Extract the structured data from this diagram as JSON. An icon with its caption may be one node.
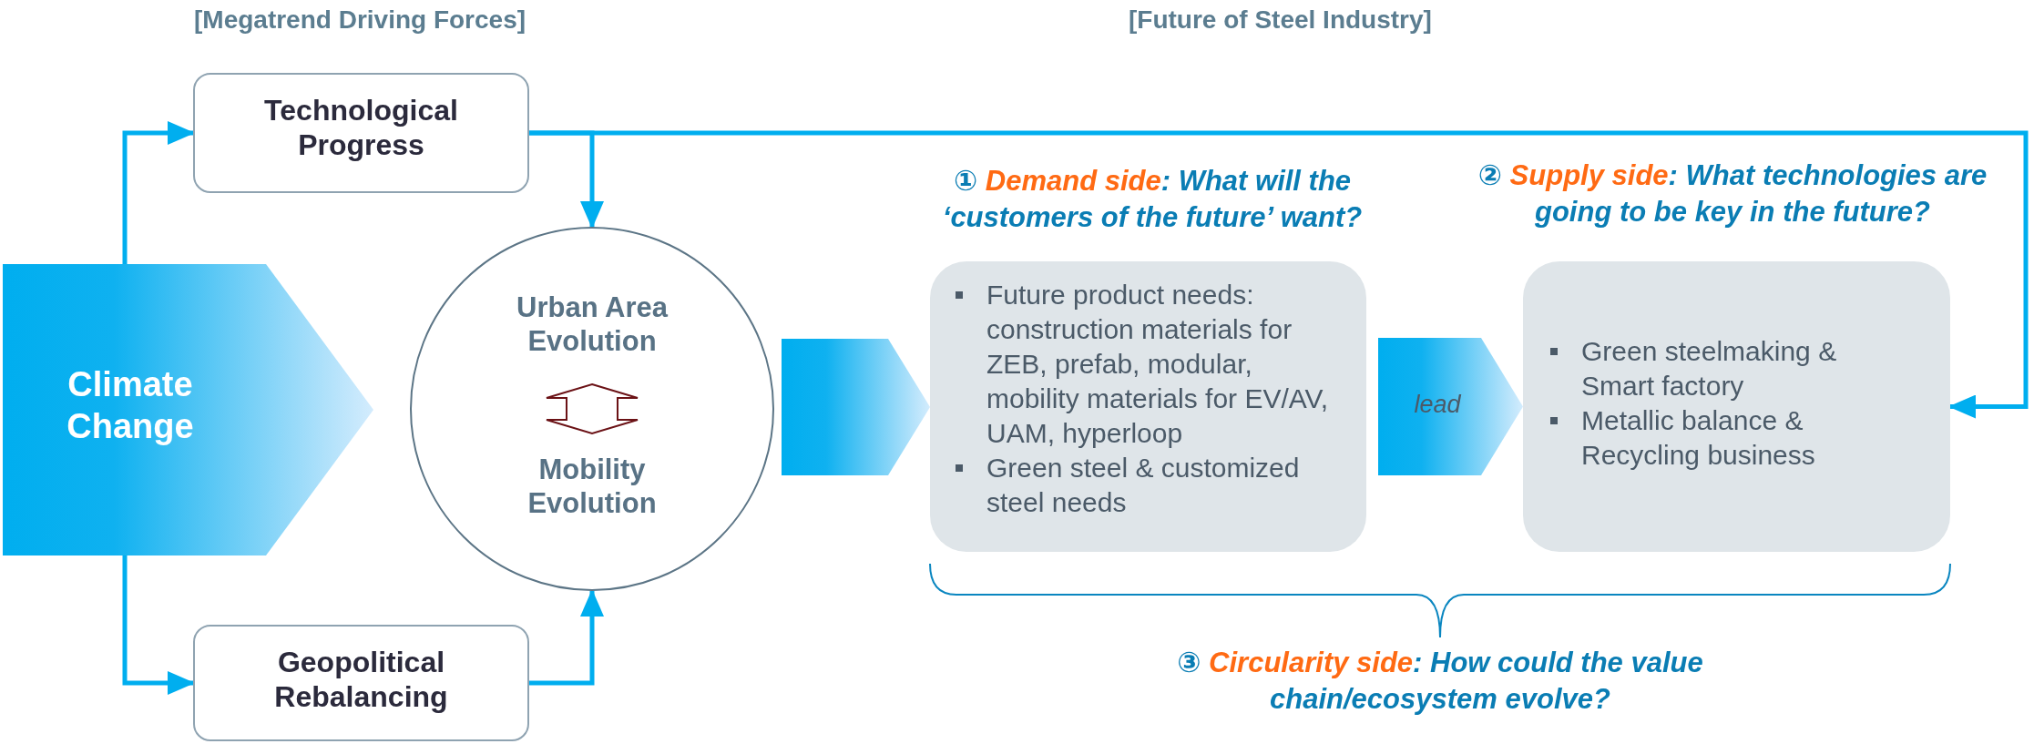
{
  "diagram": {
    "nodes": [
      {
        "text": [
          "Climate Change"
        ]
      },
      {
        "text": [
          "Technological Progress"
        ]
      },
      {
        "text": [
          "Urban Area Evolution",
          "Mobility Evolution"
        ]
      },
      {
        "text": [
          "Geopolitical Rebalancing"
        ]
      },
      {
        "text": [
          "① **Demand side**: What will the ‘customers of the future’ want?",
          "Future product needs: construction materials for ZEB, prefab, modular, mobility materials for EV/AV, UAM, hyperloop",
          "Green steel & customized steel needs"
        ]
      },
      {
        "text": [
          "② **Supply side**: What technologies are going to be key in the future?",
          "Green steelmaking & Smart factory",
          "Metallic balance & Recycling business"
        ]
      }
    ],
    "edges": [
      {
        "from": 0,
        "to": 1,
        "arrow": "to"
      },
      {
        "from": 0,
        "to": 3,
        "arrow": "to"
      },
      {
        "from": 1,
        "to": 2,
        "arrow": "to"
      },
      {
        "from": 1,
        "to": 5,
        "arrow": "to"
      },
      {
        "from": 3,
        "to": 2,
        "arrow": "to"
      },
      {
        "from": 2,
        "to": 4,
        "arrow": "to",
        "style": "thick"
      },
      {
        "from": 4,
        "to": 5,
        "arrow": "to",
        "style": "thick",
        "label": "lead"
      }
    ],
    "labels": [
      "[Megatrend Driving Forces]",
      "[Future of Steel Industry]",
      "③ **Circularity side**: How could the value chain/ecosystem evolve?"
    ]
  }
}
